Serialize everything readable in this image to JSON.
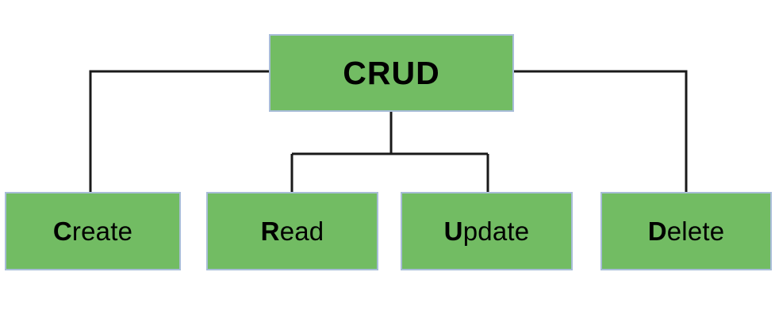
{
  "diagram": {
    "title": "CRUD",
    "type": "hierarchy-tree",
    "root": {
      "id": "crud",
      "label": "CRUD",
      "initial": "CRUD",
      "rest": "",
      "fill_color": "#72bc63",
      "border_color": "#a8bdd8",
      "text_color": "#000000"
    },
    "children": [
      {
        "id": "create",
        "label": "Create",
        "initial": "C",
        "rest": "reate",
        "fill_color": "#72bc63",
        "border_color": "#a8bdd8",
        "text_color": "#000000"
      },
      {
        "id": "read",
        "label": "Read",
        "initial": "R",
        "rest": "ead",
        "fill_color": "#72bc63",
        "border_color": "#a8bdd8",
        "text_color": "#000000"
      },
      {
        "id": "update",
        "label": "Update",
        "initial": "U",
        "rest": "pdate",
        "fill_color": "#72bc63",
        "border_color": "#a8bdd8",
        "text_color": "#000000"
      },
      {
        "id": "delete",
        "label": "Delete",
        "initial": "D",
        "rest": "elete",
        "fill_color": "#72bc63",
        "border_color": "#a8bdd8",
        "text_color": "#000000"
      }
    ],
    "connector_color": "#1a1a1a",
    "background_color": "#ffffff"
  }
}
